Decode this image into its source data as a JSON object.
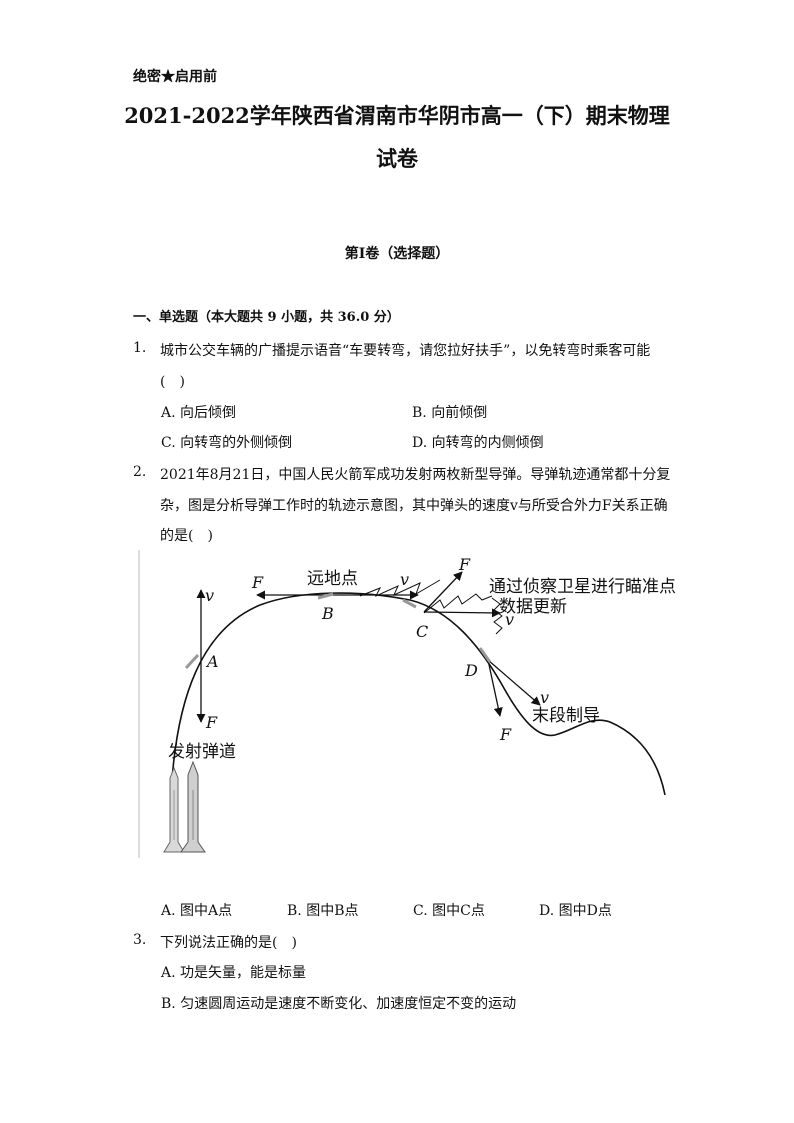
{
  "header": {
    "secret": "绝密★启用前",
    "title_line1": "2021-2022学年陕西省渭南市华阴市高一（下）期末物理",
    "title_line2": "试卷",
    "part": "第I卷（选择题）"
  },
  "section": {
    "heading": "一、单选题（本大题共 9 小题，共 36.0 分）"
  },
  "questions": [
    {
      "num": "1.",
      "lines": [
        "城市公交车辆的广播提示语音“车要转弯，请您拉好扶手”，以免转弯时乘客可能",
        "(　)"
      ],
      "options": [
        "A. 向后倾倒",
        "B. 向前倾倒",
        "C. 向转弯的外侧倾倒",
        "D. 向转弯的内侧倾倒"
      ]
    },
    {
      "num": "2.",
      "lines": [
        "2021年8月21日，中国人民火箭军成功发射两枚新型导弹。导弹轨迹通常都十分复",
        "杂，图是分析导弹工作时的轨迹示意图，其中弹头的速度v与所受合外力F关系正确",
        "的是(　)"
      ],
      "options": [
        "A. 图中A点",
        "B. 图中B点",
        "C. 图中C点",
        "D. 图中D点"
      ],
      "figure": {
        "far_point": "远地点",
        "satellite": "通过侦察卫星进行瞄准点",
        "data_update": "数据更新",
        "terminal": "末段制导",
        "launch": "发射弹道",
        "v": "v",
        "F": "F",
        "A": "A",
        "B": "B",
        "C": "C",
        "D": "D"
      }
    },
    {
      "num": "3.",
      "lines": [
        "下列说法正确的是(　)"
      ],
      "options": [
        "A. 功是矢量，能是标量",
        "B. 匀速圆周运动是速度不断变化、加速度恒定不变的运动"
      ]
    }
  ]
}
